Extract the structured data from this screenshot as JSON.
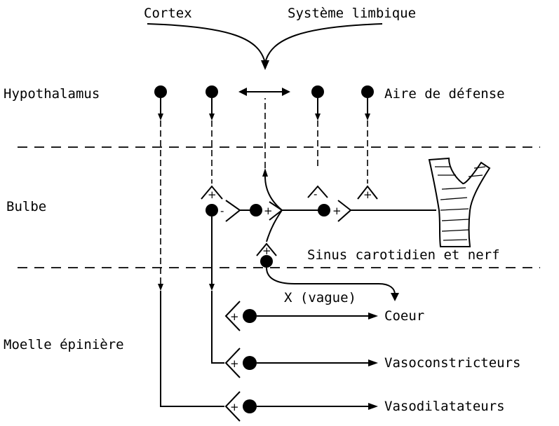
{
  "labels": {
    "cortex": "Cortex",
    "limbic": "Système limbique",
    "hypothalamus": "Hypothalamus",
    "defense": "Aire de défense",
    "bulbe": "Bulbe",
    "sinus": "Sinus carotidien et nerf",
    "vague": "X (vague)",
    "moelle": "Moelle épinière",
    "coeur": "Coeur",
    "vasoconstricteurs": "Vasoconstricteurs",
    "vasodilatateurs": "Vasodilatateurs"
  },
  "signs": {
    "plus": "+",
    "minus": "-"
  }
}
